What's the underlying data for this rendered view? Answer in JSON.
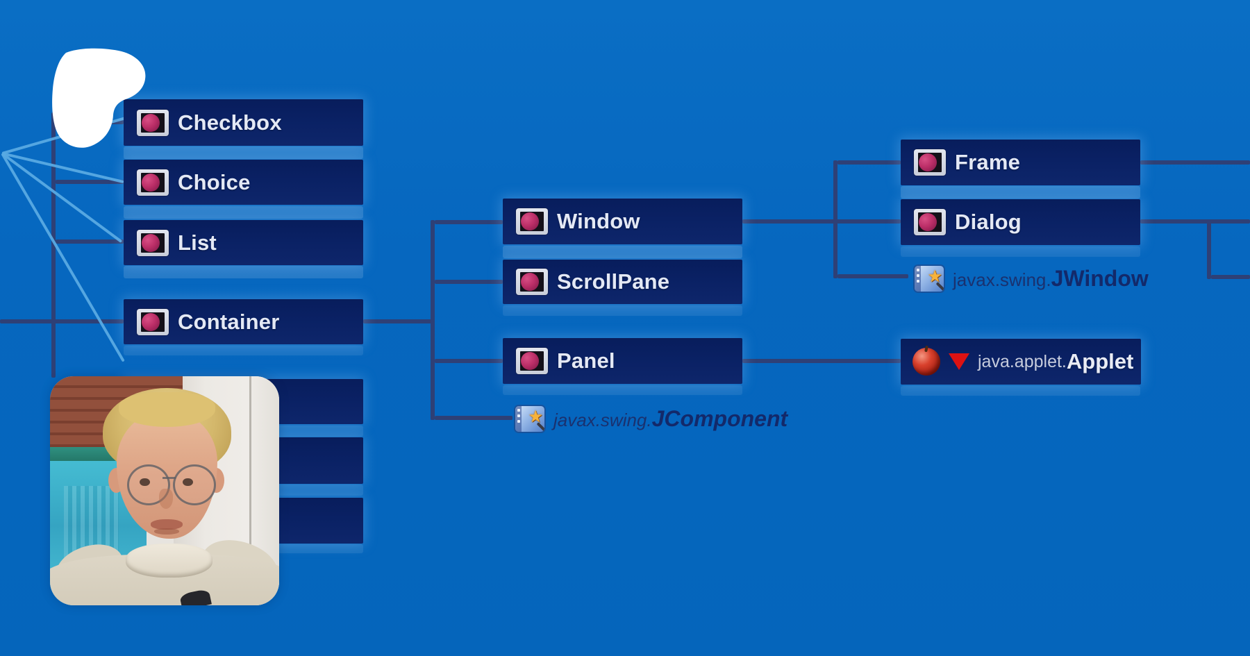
{
  "diagram": {
    "description": "Java AWT / Swing class hierarchy tree on blue slide with presenter webcam overlay and white paint-blob annotation",
    "colors": {
      "background": "#0566bd",
      "box_fill": "#0a2164",
      "box_text": "#e4e9f5",
      "connector_dark": "#2e4076",
      "connector_light": "#59aae3",
      "swing_ref_text": "#13296a",
      "applet_prefix_text": "#c6ccdd",
      "triangle_red": "#dd1212",
      "icon_ball_magenta": "#bc2f68",
      "blob_white": "#ffffff"
    },
    "awt_column": {
      "checkbox": {
        "label": "Checkbox"
      },
      "choice": {
        "label": "Choice"
      },
      "list": {
        "label": "List"
      },
      "container": {
        "label": "Container"
      },
      "hidden_boxes": {
        "count": 3,
        "note": "labels concealed behind webcam overlay"
      }
    },
    "container_children": {
      "window": {
        "label": "Window"
      },
      "scrollpane": {
        "label": "ScrollPane"
      },
      "panel": {
        "label": "Panel"
      },
      "jcomponent": {
        "prefix": "javax.swing.",
        "label": "JComponent"
      }
    },
    "window_children": {
      "frame": {
        "label": "Frame"
      },
      "dialog": {
        "label": "Dialog"
      },
      "jwindow": {
        "prefix": "javax.swing.",
        "label": "JWindow"
      }
    },
    "panel_children": {
      "applet": {
        "prefix": "java.applet.",
        "label": "Applet"
      }
    },
    "edges": [
      {
        "from": "off-screen-left-parent",
        "to": "Checkbox"
      },
      {
        "from": "off-screen-left-parent",
        "to": "Choice"
      },
      {
        "from": "off-screen-left-parent",
        "to": "List"
      },
      {
        "from": "off-screen-left-parent",
        "to": "Container"
      },
      {
        "from": "Container",
        "to": "Window"
      },
      {
        "from": "Container",
        "to": "ScrollPane"
      },
      {
        "from": "Container",
        "to": "Panel"
      },
      {
        "from": "Container",
        "to": "javax.swing.JComponent"
      },
      {
        "from": "Window",
        "to": "Frame"
      },
      {
        "from": "Window",
        "to": "Dialog"
      },
      {
        "from": "Window",
        "to": "javax.swing.JWindow"
      },
      {
        "from": "Panel",
        "to": "java.applet.Applet"
      },
      {
        "from": "Frame",
        "to": "off-screen-right"
      },
      {
        "from": "Dialog",
        "to": "off-screen-right"
      }
    ],
    "icons": {
      "class_icon": "component-screen-icon with magenta ball",
      "swing_icon": "magic-wand-star-icon",
      "applet_icon": "red-apple-icon",
      "applet_marker": "red-triangle-down-icon"
    }
  },
  "overlay": {
    "presenter_photo_alt": "man with short blond hair, wire glasses, beige turtleneck, brick wall and white door behind",
    "annotation_blob_alt": "white paint blob annotation"
  }
}
